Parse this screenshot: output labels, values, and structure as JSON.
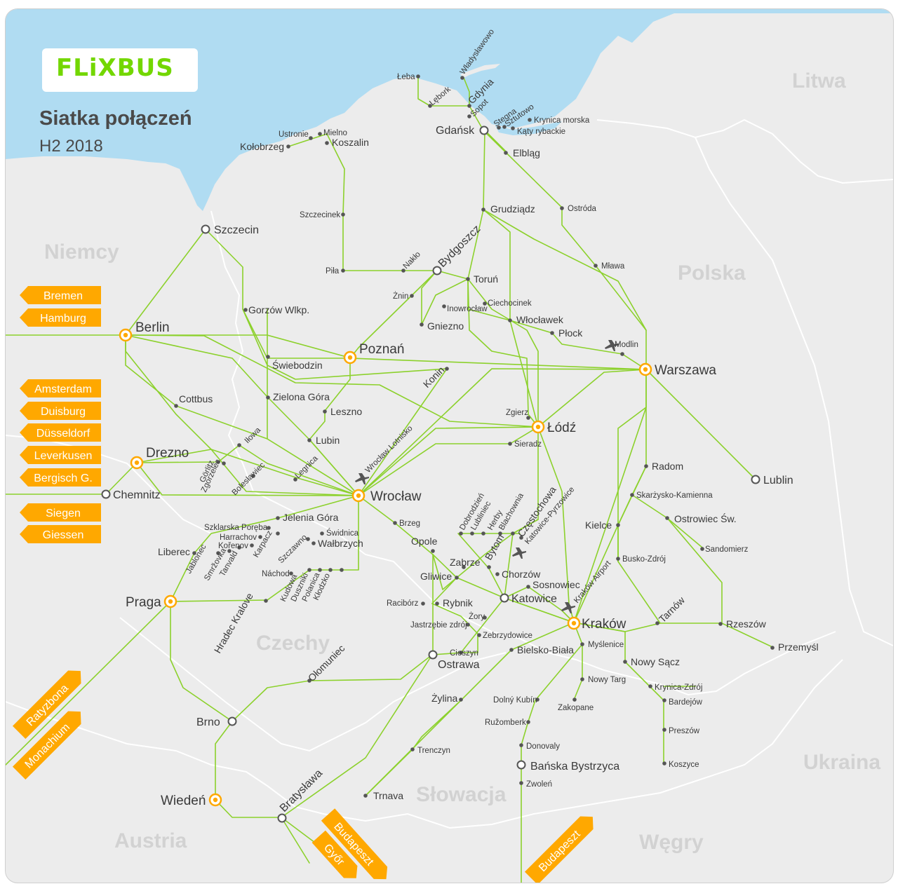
{
  "brand": {
    "logo_text": "FLiXBUS",
    "title": "Siatka połączeń",
    "subtitle": "H2 2018",
    "accent_color": "#73d700",
    "arrow_color": "#ffa800",
    "route_color": "#8cd12c"
  },
  "countries": [
    "Litwa",
    "Niemcy",
    "Polska",
    "Czechy",
    "Słowacja",
    "Austria",
    "Węgry",
    "Ukraina"
  ],
  "hub_cities": [
    "Berlin",
    "Poznań",
    "Warszawa",
    "Łódź",
    "Wrocław",
    "Drezno",
    "Praga",
    "Kraków",
    "Wiedeń"
  ],
  "major_stations": [
    "Gdańsk",
    "Szczecin",
    "Bydgoszcz",
    "Lublin",
    "Chemnitz",
    "Brno",
    "Bratysława",
    "Katowice",
    "Ostrawa",
    "Bańska Bystrzyca"
  ],
  "cities": [
    "Łeba",
    "Władysławowo",
    "Lębork",
    "Gdynia",
    "Sopot",
    "Stegna",
    "Sztutowo",
    "Krynica morska",
    "Kąty rybackie",
    "Elbląg",
    "Ustronie",
    "Mielno",
    "Kołobrzeg",
    "Koszalin",
    "Szczecinek",
    "Piła",
    "Nakło",
    "Grudziądz",
    "Ostróda",
    "Mława",
    "Toruń",
    "Żnin",
    "Inowrocław",
    "Ciechocinek",
    "Gniezno",
    "Włocławek",
    "Płock",
    "Modlin",
    "Gorzów Wlkp.",
    "Świebodzin",
    "Konin",
    "Cottbus",
    "Zielona Góra",
    "Leszno",
    "Zgierz",
    "Sieradz",
    "Lubin",
    "Iłowa",
    "Görlitz",
    "Zgorzelec",
    "Bolesławiec",
    "Legnica",
    "Wrocław Lotnisko",
    "Radom",
    "Skarżysko-Kamienna",
    "Brzeg",
    "Jelenia Góra",
    "Szklarska Poręba",
    "Harrachov",
    "Kořenov",
    "Świdnica",
    "Wałbrzych",
    "Liberec",
    "Jablonec",
    "Smržovka",
    "Tanvald",
    "Karpacz",
    "Szczawno",
    "Opole",
    "Dobrodzień",
    "Lubliniec",
    "Herby",
    "Blachownia",
    "Częstochowa",
    "Katowice-Pyrzowice",
    "Kielce",
    "Ostrowiec Św.",
    "Sandomierz",
    "Zabrze",
    "Bytom",
    "Gliwice",
    "Chorzów",
    "Sosnowiec",
    "Kraków Airport",
    "Busko-Zdrój",
    "Náchod",
    "Kudowa",
    "Duszniki",
    "Polanica",
    "Kłodzko",
    "Racibórz",
    "Rybnik",
    "Żory",
    "Jastrzębie zdrój",
    "Zebrzydowice",
    "Tarnów",
    "Rzeszów",
    "Przemyśl",
    "Hradec Kralove",
    "Cieszyn",
    "Myślenice",
    "Bielsko-Biała",
    "Nowy Sącz",
    "Ołomuniec",
    "Nowy Targ",
    "Krynica-Zdrój",
    "Bardejów",
    "Żylina",
    "Dolný Kubín",
    "Zakopane",
    "Ružomberk",
    "Preszów",
    "Donovaly",
    "Koszyce",
    "Trenczyn",
    "Zwoleń",
    "Trnava"
  ],
  "arrows": {
    "left": [
      "Bremen",
      "Hamburg",
      "Amsterdam",
      "Duisburg",
      "Düsseldorf",
      "Leverkusen",
      "Bergisch G.",
      "Siegen",
      "Giessen"
    ],
    "bottom": [
      "Ratyzbona",
      "Monachium",
      "Budapeszt",
      "Győr",
      "Budapeszt"
    ]
  }
}
